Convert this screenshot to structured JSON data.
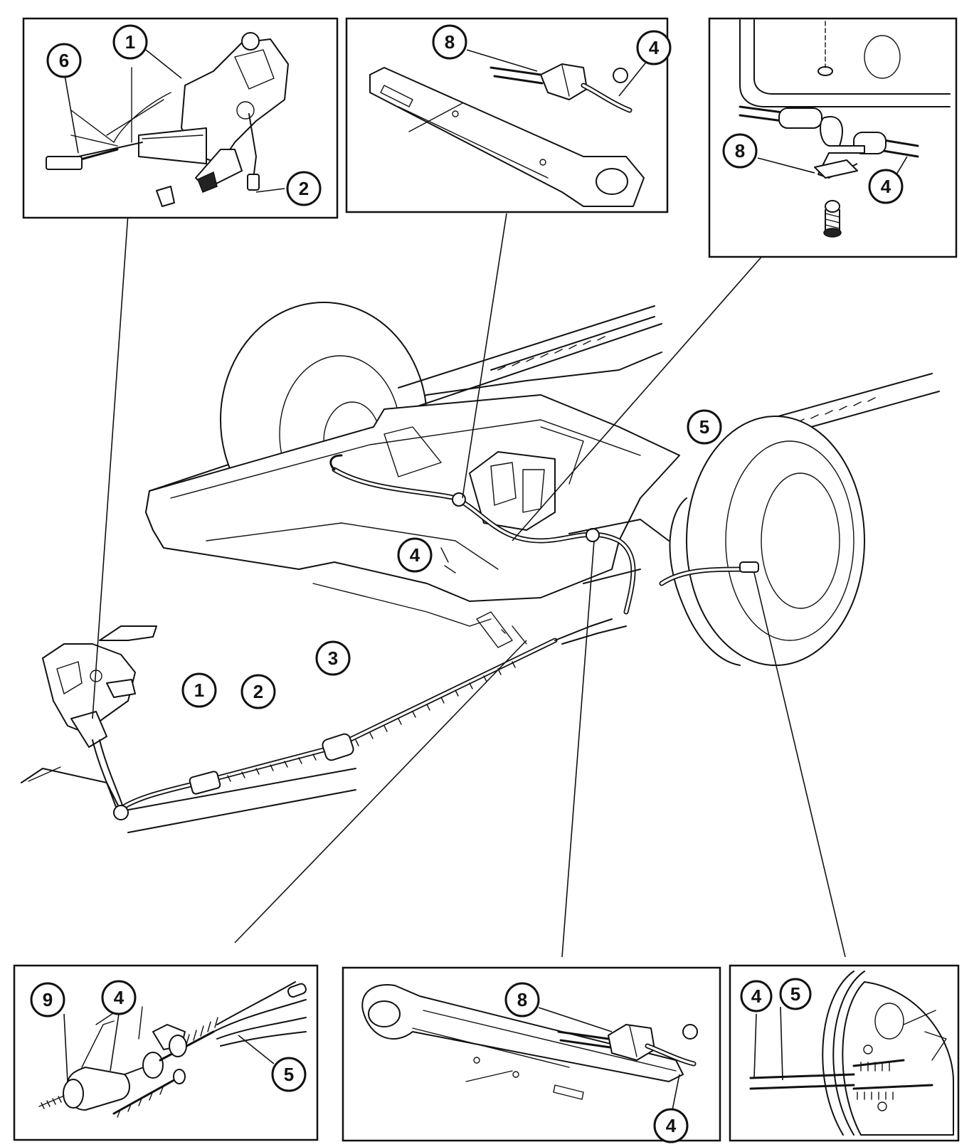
{
  "callouts": {
    "p1_6": "6",
    "p1_1": "1",
    "p1_2": "2",
    "p2_8": "8",
    "p2_4": "4",
    "p3_8": "8",
    "p3_4": "4",
    "m_5": "5",
    "m_4": "4",
    "m_3": "3",
    "m_2": "2",
    "m_1": "1",
    "p4_9": "9",
    "p4_4": "4",
    "p4_5": "5",
    "p5_8": "8",
    "p5_4": "4",
    "p6_4": "4",
    "p6_5": "5"
  }
}
